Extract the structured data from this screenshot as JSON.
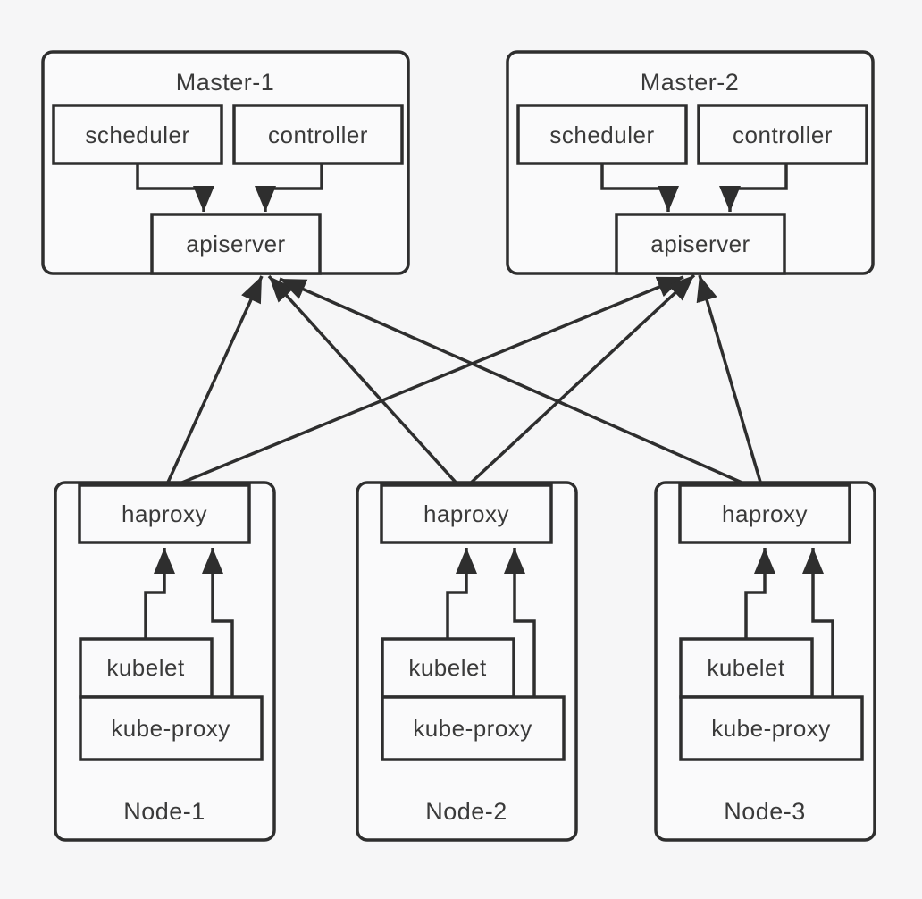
{
  "diagram": {
    "type": "architecture-node-link-diagram",
    "colors": {
      "background": "#f6f6f7",
      "stroke": "#2e2e2e",
      "box_fill": "#fafafb",
      "text": "#3a3a3a"
    },
    "masters": [
      {
        "title": "Master-1",
        "scheduler": "scheduler",
        "controller": "controller",
        "apiserver": "apiserver"
      },
      {
        "title": "Master-2",
        "scheduler": "scheduler",
        "controller": "controller",
        "apiserver": "apiserver"
      }
    ],
    "workers": [
      {
        "title": "Node-1",
        "haproxy": "haproxy",
        "kubelet": "kubelet",
        "kube_proxy": "kube-proxy"
      },
      {
        "title": "Node-2",
        "haproxy": "haproxy",
        "kubelet": "kubelet",
        "kube_proxy": "kube-proxy"
      },
      {
        "title": "Node-3",
        "haproxy": "haproxy",
        "kubelet": "kubelet",
        "kube_proxy": "kube-proxy"
      }
    ],
    "edges": [
      {
        "from": "Master-1.scheduler",
        "to": "Master-1.apiserver"
      },
      {
        "from": "Master-1.controller",
        "to": "Master-1.apiserver"
      },
      {
        "from": "Master-2.scheduler",
        "to": "Master-2.apiserver"
      },
      {
        "from": "Master-2.controller",
        "to": "Master-2.apiserver"
      },
      {
        "from": "Node-1.kubelet",
        "to": "Node-1.haproxy"
      },
      {
        "from": "Node-1.kube-proxy",
        "to": "Node-1.haproxy"
      },
      {
        "from": "Node-2.kubelet",
        "to": "Node-2.haproxy"
      },
      {
        "from": "Node-2.kube-proxy",
        "to": "Node-2.haproxy"
      },
      {
        "from": "Node-3.kubelet",
        "to": "Node-3.haproxy"
      },
      {
        "from": "Node-3.kube-proxy",
        "to": "Node-3.haproxy"
      },
      {
        "from": "Node-1.haproxy",
        "to": "Master-1.apiserver"
      },
      {
        "from": "Node-1.haproxy",
        "to": "Master-2.apiserver"
      },
      {
        "from": "Node-2.haproxy",
        "to": "Master-1.apiserver"
      },
      {
        "from": "Node-2.haproxy",
        "to": "Master-2.apiserver"
      },
      {
        "from": "Node-3.haproxy",
        "to": "Master-1.apiserver"
      },
      {
        "from": "Node-3.haproxy",
        "to": "Master-2.apiserver"
      }
    ]
  }
}
